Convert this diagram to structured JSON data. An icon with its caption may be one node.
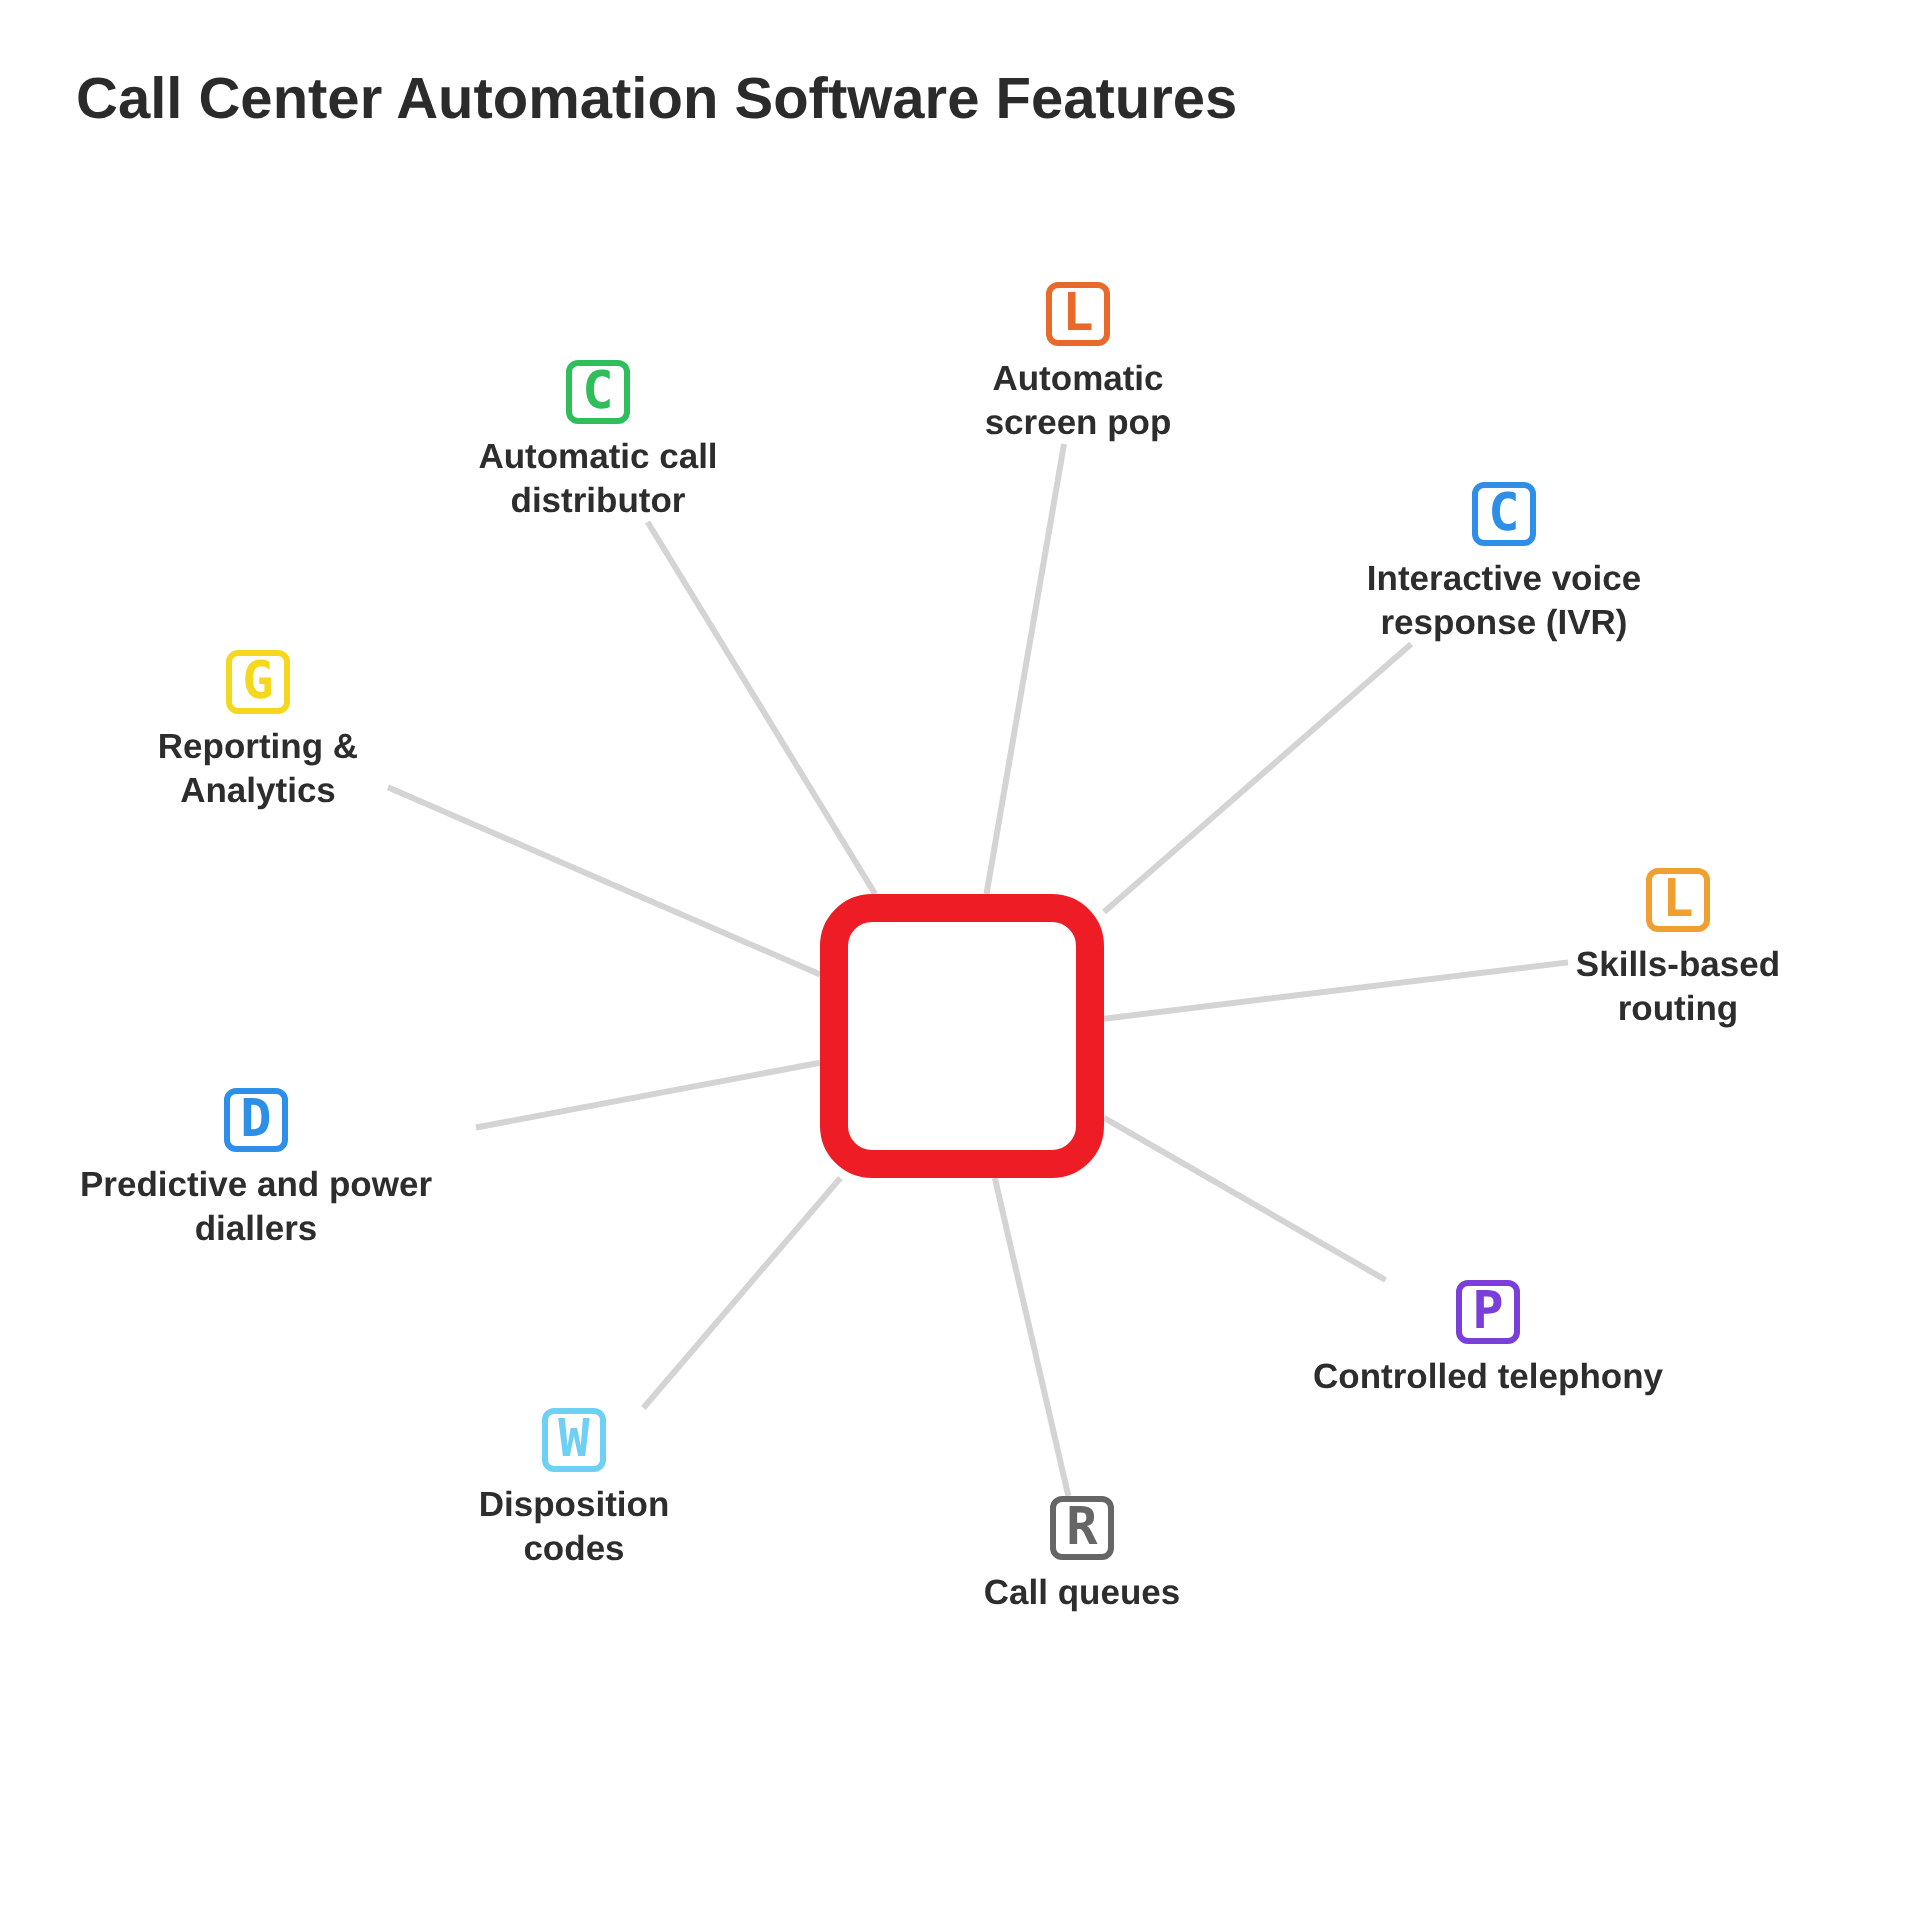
{
  "diagram": {
    "title": "Call Center Automation Software Features",
    "nodes": [
      {
        "text": [],
        "shape": "box"
      },
      {
        "text": [
          "L",
          "Automatic screen pop"
        ]
      },
      {
        "text": [
          "C",
          "Automatic call distributor"
        ]
      },
      {
        "text": [
          "C",
          "Interactive voice response (IVR)"
        ]
      },
      {
        "text": [
          "G",
          "Reporting & Analytics"
        ]
      },
      {
        "text": [
          "L",
          "Skills-based routing"
        ]
      },
      {
        "text": [
          "D",
          "Predictive and power diallers"
        ]
      },
      {
        "text": [
          "P",
          "Controlled telephony"
        ]
      },
      {
        "text": [
          "W",
          "Disposition codes"
        ]
      },
      {
        "text": [
          "R",
          "Call queues"
        ]
      }
    ],
    "edges": [
      {
        "from": 0,
        "to": 1,
        "arrow": "none"
      },
      {
        "from": 0,
        "to": 2,
        "arrow": "none"
      },
      {
        "from": 0,
        "to": 3,
        "arrow": "none"
      },
      {
        "from": 0,
        "to": 4,
        "arrow": "none"
      },
      {
        "from": 0,
        "to": 5,
        "arrow": "none"
      },
      {
        "from": 0,
        "to": 6,
        "arrow": "none"
      },
      {
        "from": 0,
        "to": 7,
        "arrow": "none"
      },
      {
        "from": 0,
        "to": 8,
        "arrow": "none"
      },
      {
        "from": 0,
        "to": 9,
        "arrow": "none"
      }
    ]
  }
}
